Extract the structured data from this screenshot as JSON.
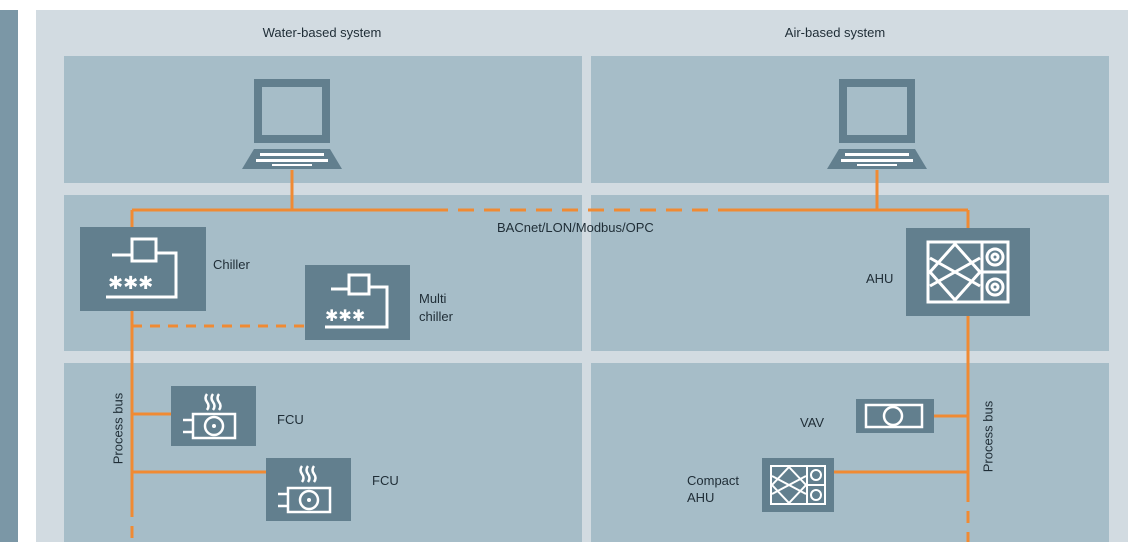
{
  "headers": {
    "water": "Water-based system",
    "air": "Air-based system"
  },
  "network": {
    "label": "BACnet/LON/Modbus/OPC"
  },
  "devices": {
    "chiller": "Chiller",
    "multi_chiller_line1": "Multi",
    "multi_chiller_line2": "chiller",
    "ahu": "AHU",
    "fcu1": "FCU",
    "fcu2": "FCU",
    "vav": "VAV",
    "compact_ahu_line1": "Compact",
    "compact_ahu_line2": "AHU"
  },
  "bus": {
    "left": "Process bus",
    "right": "Process bus"
  },
  "icons": [
    "laptop-icon",
    "chiller-icon",
    "ahu-icon",
    "fcu-icon",
    "vav-icon"
  ],
  "colors": {
    "bus_line": "#f08a33",
    "device": "#627f8e",
    "panel": "#a6bdc8",
    "background": "#d2dbe1"
  }
}
